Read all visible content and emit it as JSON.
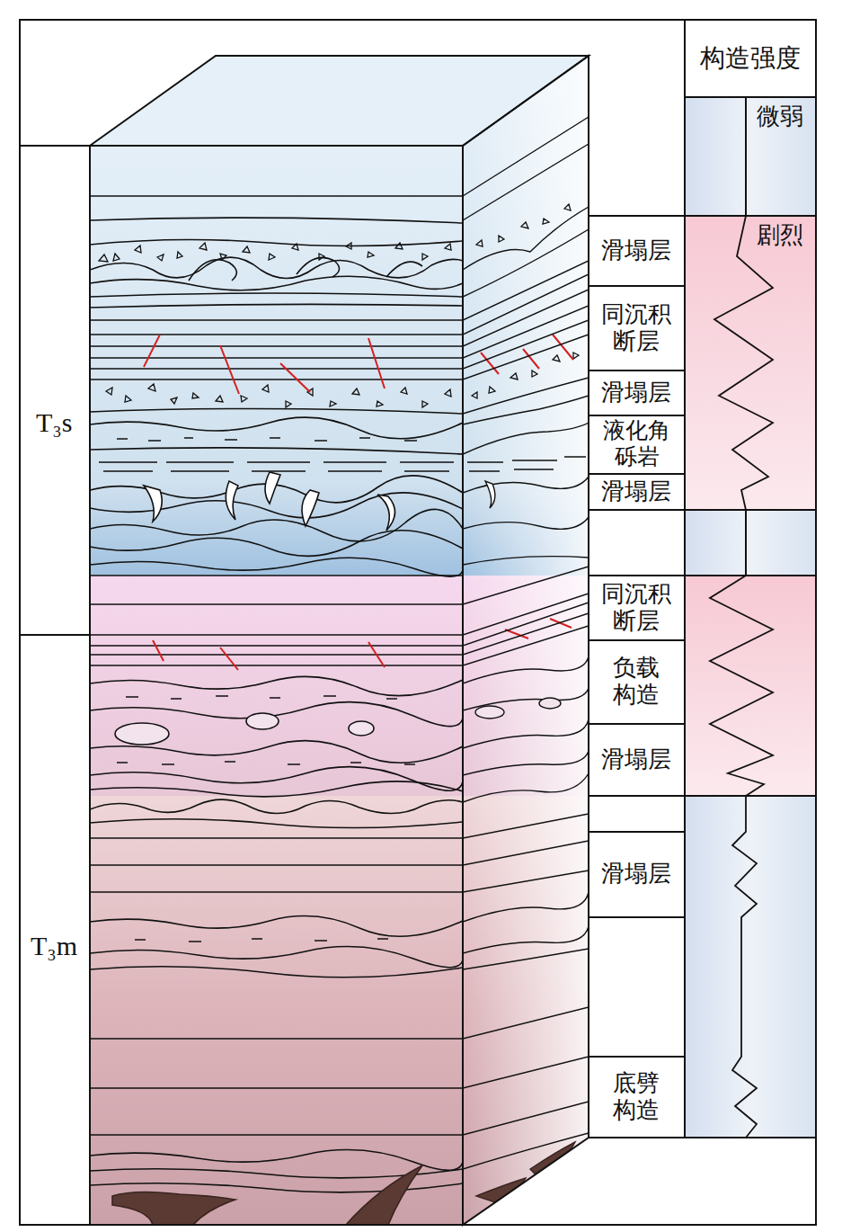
{
  "diagram": {
    "labels": [
      "构造强度",
      "微弱",
      "剧烈",
      "T₃s",
      "T₃m",
      "滑塌层",
      "同沉积断层",
      "滑塌层",
      "液化角砾岩",
      "滑塌层",
      "同沉积断层",
      "负载构造",
      "滑塌层",
      "滑塌层",
      "底劈构造"
    ]
  }
}
